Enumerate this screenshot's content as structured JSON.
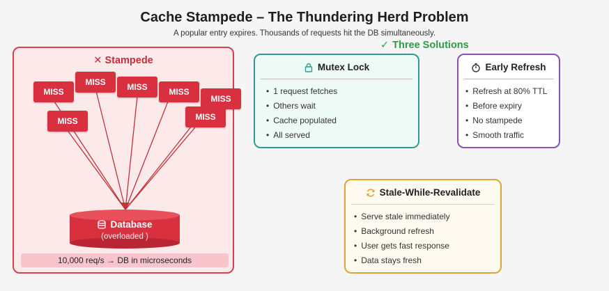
{
  "header": {
    "title": "Cache Stampede – The Thundering Herd Problem",
    "subtitle": "A popular entry expires. Thousands of requests hit the DB simultaneously."
  },
  "solutions_heading": "Three Solutions",
  "stampede": {
    "title": "Stampede",
    "miss_label": "MISS",
    "database_label": "Database",
    "database_status": "(overloaded )",
    "rate_text": "10,000 req/s → DB in microseconds"
  },
  "mutex": {
    "title": "Mutex Lock",
    "items": [
      "1 request fetches",
      "Others wait",
      "Cache populated",
      "All served"
    ]
  },
  "early_refresh": {
    "title": "Early Refresh",
    "items": [
      "Refresh at 80% TTL",
      "Before expiry",
      "No stampede",
      "Smooth traffic"
    ]
  },
  "swr": {
    "title": "Stale-While-Revalidate",
    "items": [
      "Serve stale immediately",
      "Background refresh",
      "User gets fast response",
      "Data stays fresh"
    ]
  },
  "colors": {
    "danger": "#d8303e",
    "mutex": "#2c9c8c",
    "early": "#8a4fb8",
    "swr": "#e0a23c",
    "success": "#2e9b45"
  }
}
